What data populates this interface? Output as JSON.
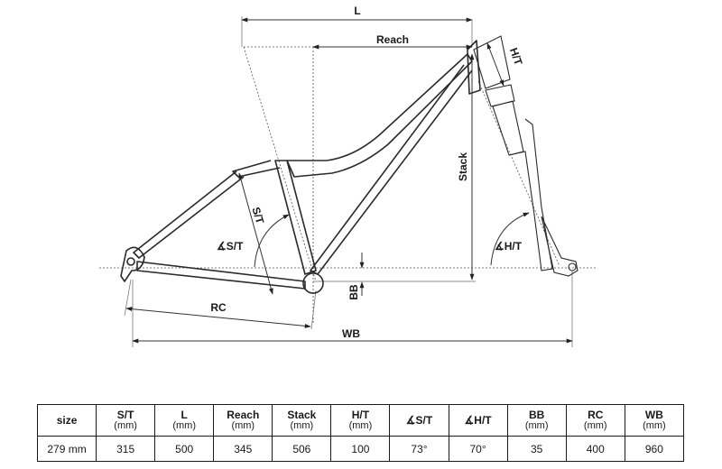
{
  "dimension_labels": {
    "l": "L",
    "reach": "Reach",
    "stack": "Stack",
    "head_tube": "H/T",
    "seat_tube": "S/T",
    "seat_angle": "∡S/T",
    "head_angle": "∡H/T",
    "bb": "BB",
    "rc": "RC",
    "wb": "WB"
  },
  "table": {
    "columns": [
      {
        "label": "size",
        "unit": ""
      },
      {
        "label": "S/T",
        "unit": "(mm)"
      },
      {
        "label": "L",
        "unit": "(mm)"
      },
      {
        "label": "Reach",
        "unit": "(mm)"
      },
      {
        "label": "Stack",
        "unit": "(mm)"
      },
      {
        "label": "H/T",
        "unit": "(mm)"
      },
      {
        "label": "∡S/T",
        "unit": ""
      },
      {
        "label": "∡H/T",
        "unit": ""
      },
      {
        "label": "BB",
        "unit": "(mm)"
      },
      {
        "label": "RC",
        "unit": "(mm)"
      },
      {
        "label": "WB",
        "unit": "(mm)"
      }
    ],
    "rows": [
      [
        "279 mm",
        "315",
        "500",
        "345",
        "506",
        "100",
        "73°",
        "70°",
        "35",
        "400",
        "960"
      ]
    ]
  },
  "colors": {
    "line": "#2a2a2a",
    "background": "#ffffff"
  }
}
